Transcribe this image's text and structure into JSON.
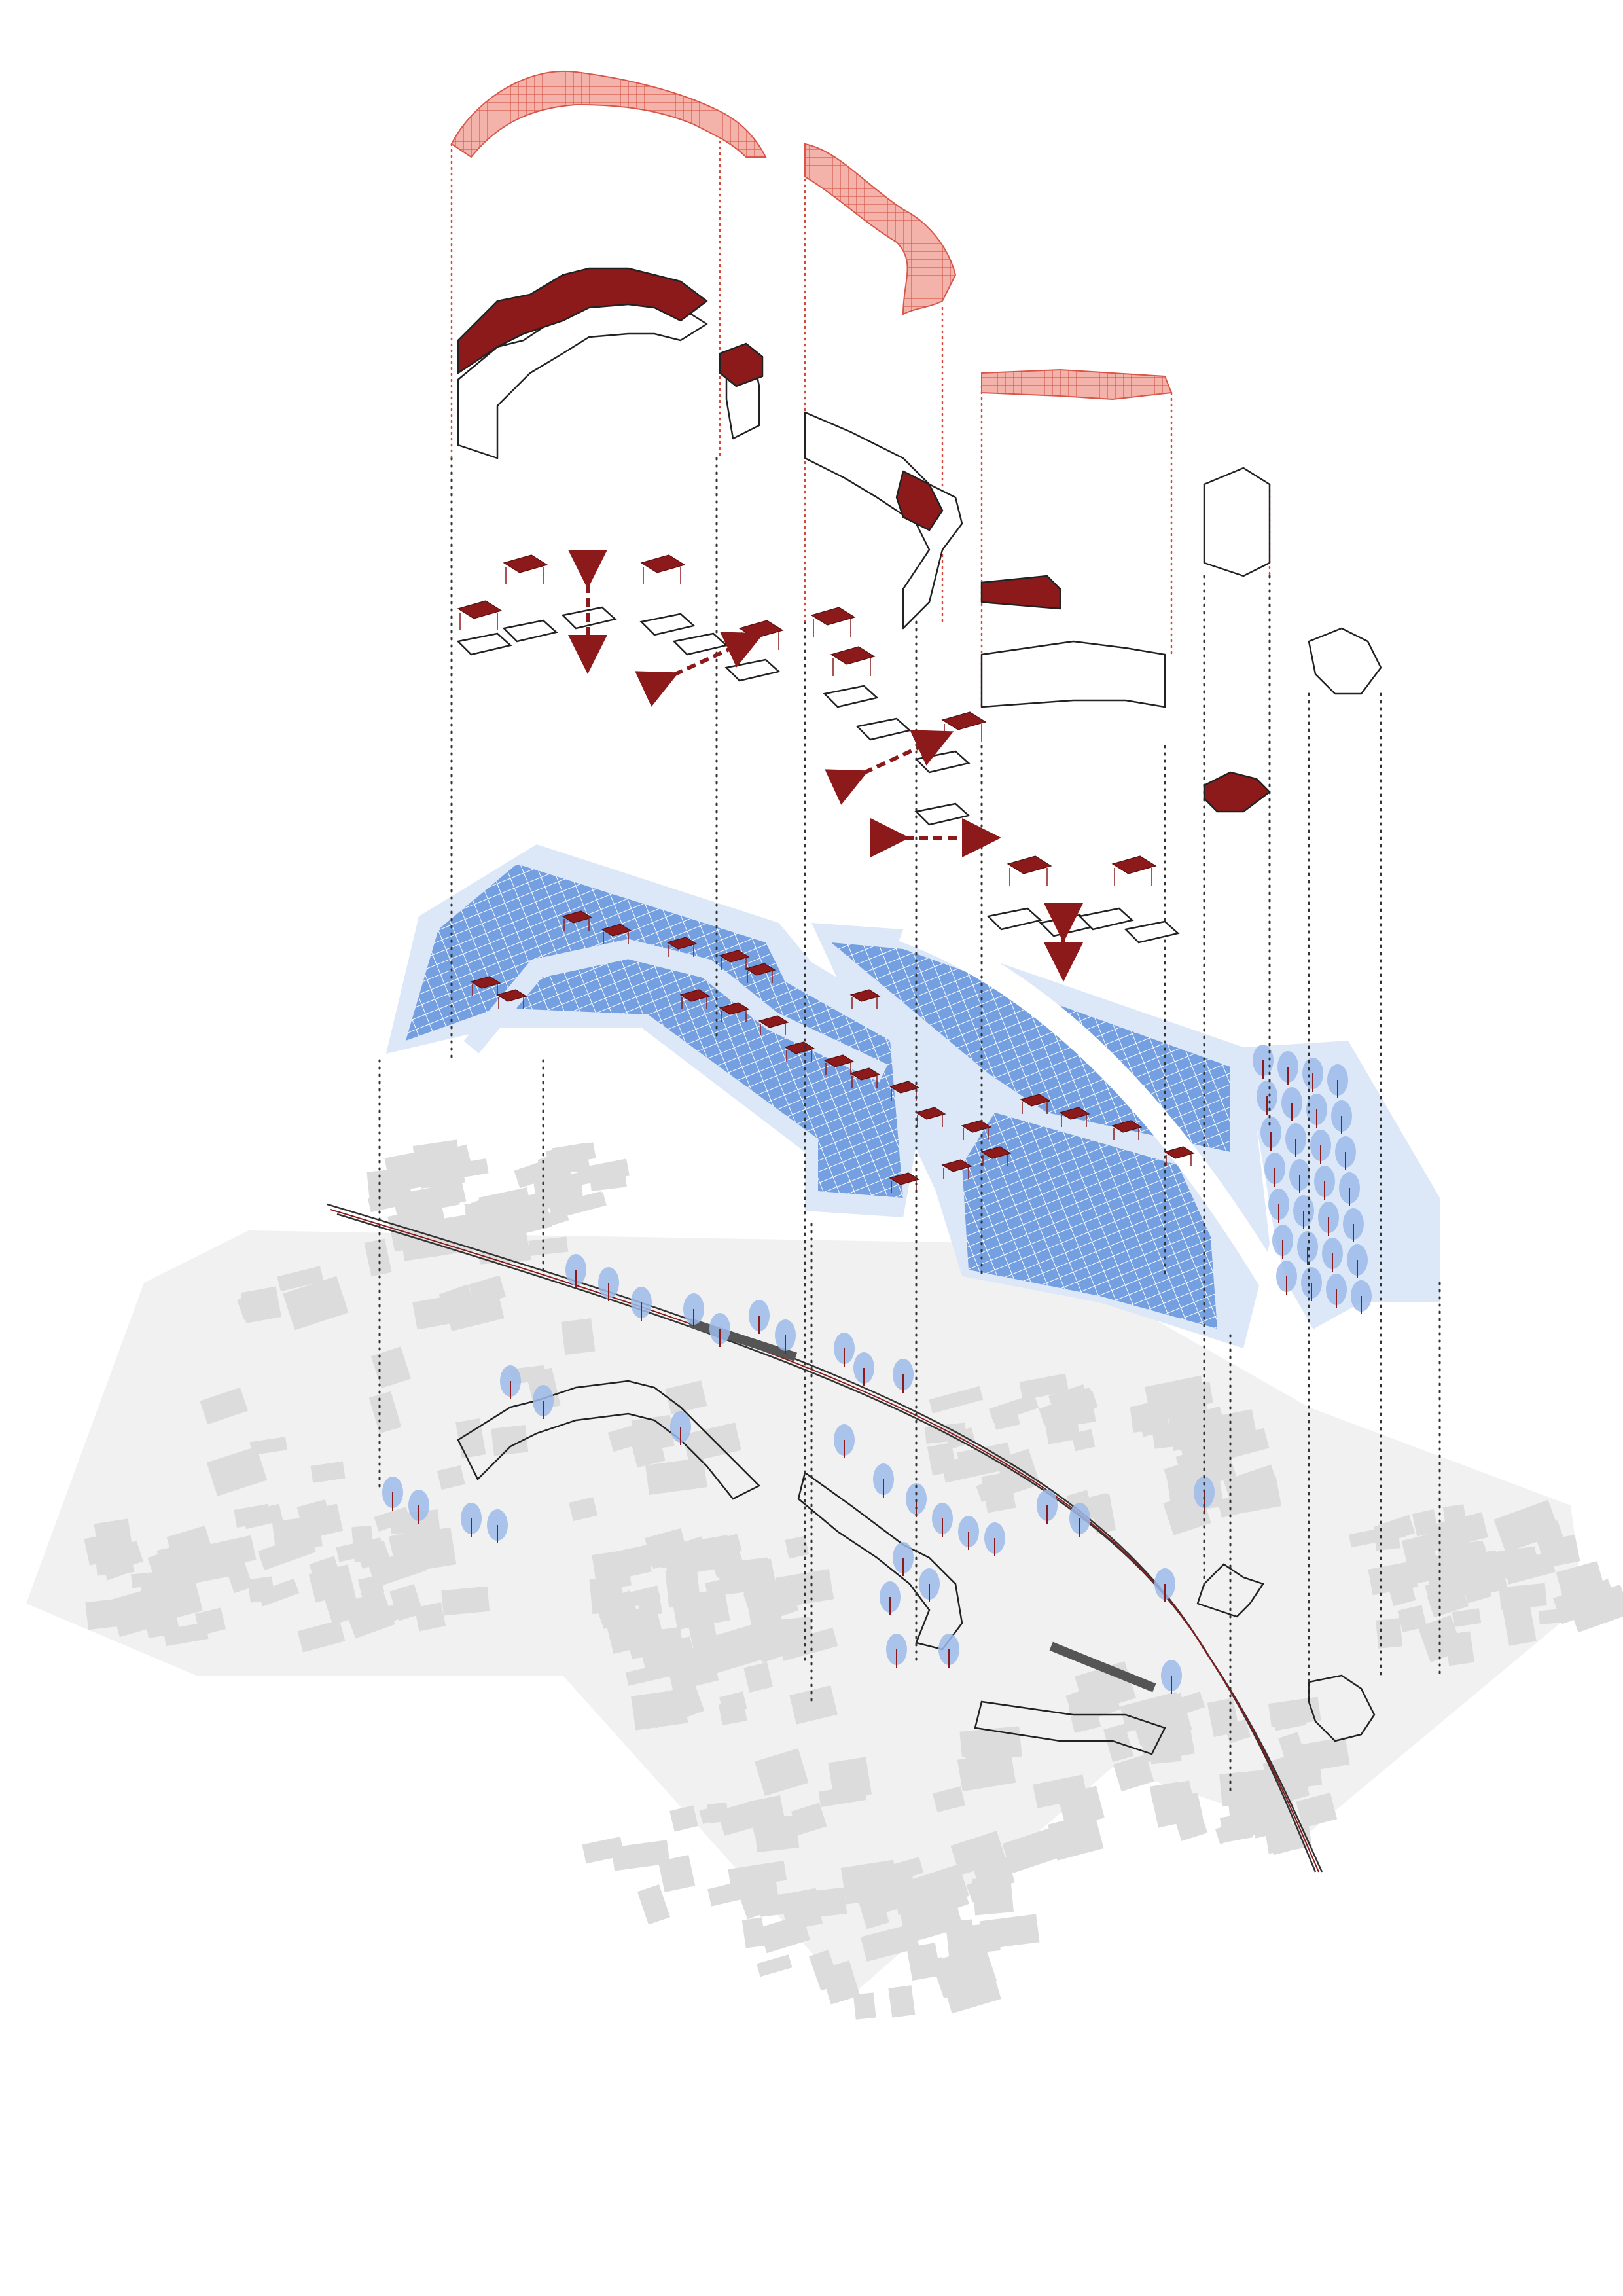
{
  "diagram": {
    "kind": "exploded-axonometric-site-diagram",
    "colors": {
      "background": "#ffffff",
      "context_ground": "#f1f1f1",
      "context_building": "#dcdcdc",
      "context_building_top": "#e6e6e6",
      "plan_field": "#dce8f7",
      "parking_cells": "#6f9be0",
      "parking_lines": "#ffffff",
      "tree": "#9cbbea",
      "accent_dark": "#8c1a1a",
      "accent_light": "#e9857a",
      "linework": "#222222",
      "railway": "#8c1a1a"
    },
    "layers": [
      {
        "id": "roof-mesh",
        "icon": "grid-mesh-icon"
      },
      {
        "id": "building-masses",
        "icon": "extruded-block-icon"
      },
      {
        "id": "pavilions",
        "icon": "pavilion-icon"
      },
      {
        "id": "parking-plan",
        "icon": "parking-grid-icon"
      },
      {
        "id": "context-base",
        "icon": "city-block-icon"
      }
    ],
    "arrows": {
      "icon": "double-arrow-icon",
      "style": "dashed"
    },
    "projection_lines": {
      "style": "dotted"
    }
  }
}
